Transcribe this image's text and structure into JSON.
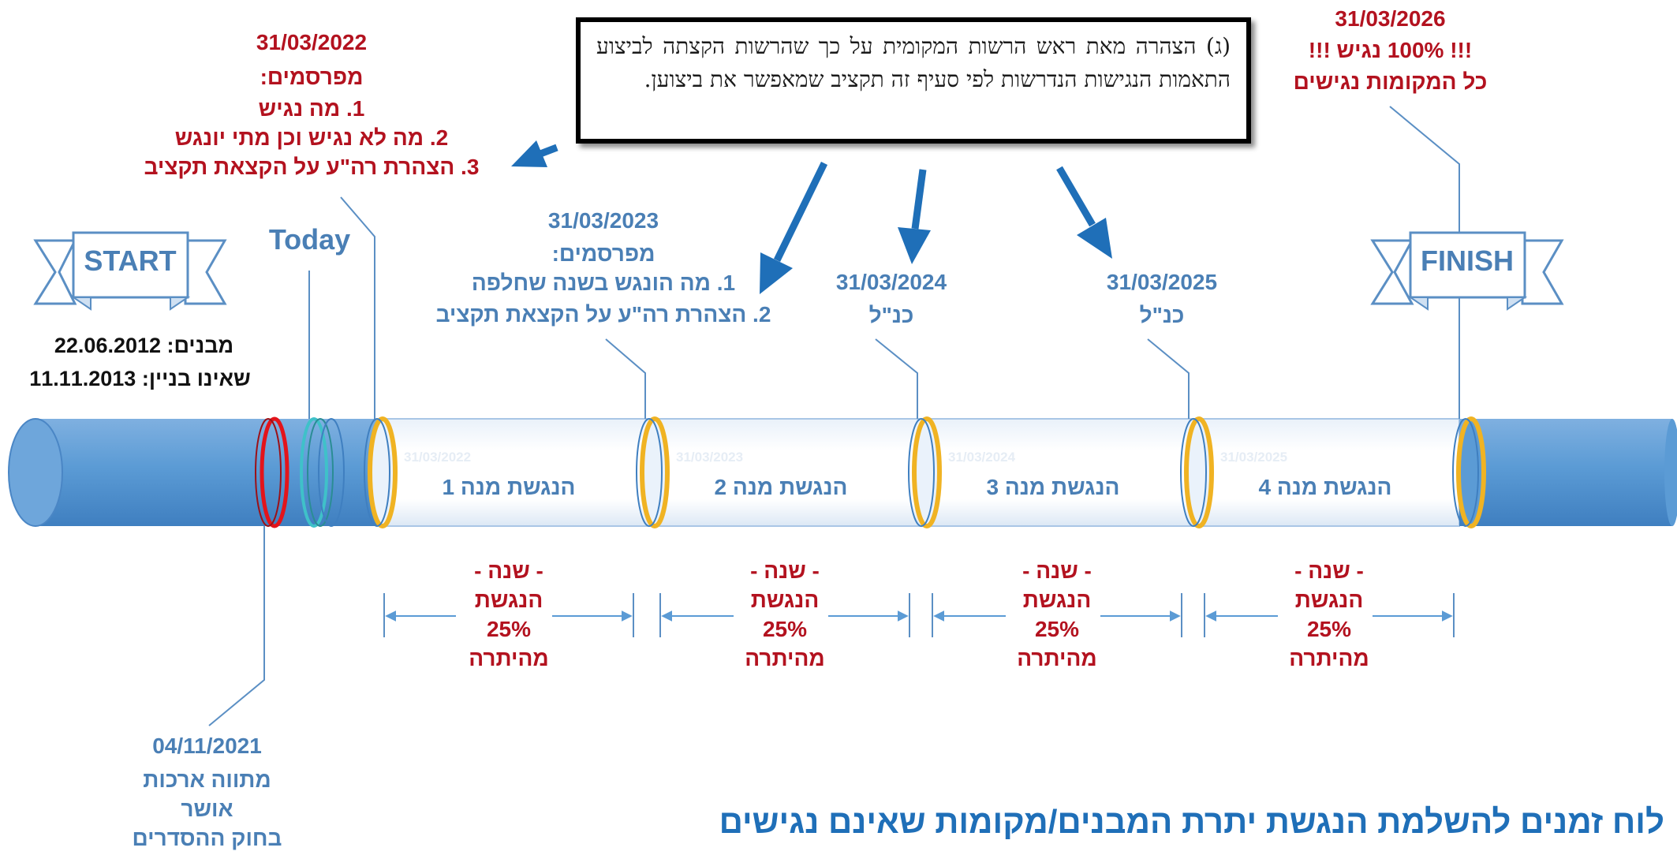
{
  "title": "לוח זמנים להשלמת הנגשת יתרת המבנים/מקומות שאינם נגישים",
  "colors": {
    "milestone_red": "#b3121f",
    "milestone_blue": "#4a7fb5",
    "arrow_blue": "#1f6fb8",
    "tube_blue": "#5b9bd5",
    "ring_gold": "#f0b323",
    "ring_red": "#e3141b",
    "ring_teal": "#3fc1c9"
  },
  "start": {
    "banner": "START",
    "line1": "מבנים: 22.06.2012",
    "line2": "שאינו בניין: 11.11.2013"
  },
  "today": {
    "label": "Today"
  },
  "finish": {
    "banner": "FINISH"
  },
  "milestone_2022": {
    "date": "31/03/2022",
    "heading": "מפרסמים:",
    "items": [
      "1. מה נגיש",
      "2. מה לא נגיש וכן מתי יונגש",
      "3. הצהרת רה\"ע על הקצאת תקציב"
    ]
  },
  "milestone_2023": {
    "date": "31/03/2023",
    "heading": "מפרסמים:",
    "items": [
      "1. מה הונגש בשנה שחלפה",
      "2. הצהרת רה\"ע על הקצאת תקציב"
    ]
  },
  "milestone_2024": {
    "date": "31/03/2024",
    "note": "כנ\"ל"
  },
  "milestone_2025": {
    "date": "31/03/2025",
    "note": "כנ\"ל"
  },
  "milestone_2026": {
    "date": "31/03/2026",
    "line1": "!!! 100% נגיש !!!",
    "line2": "כל המקומות נגישים"
  },
  "milestone_2021": {
    "date": "04/11/2021",
    "lines": [
      "מתווה ארכות",
      "אושר",
      "בחוק ההסדרים"
    ]
  },
  "quote": {
    "text": "(ג)    הצהרה מאת ראש הרשות המקומית על כך שהרשות הקצתה לביצוע התאמות הנגישות הנדרשות לפי סעיף זה תקציב שמאפשר את ביצוען."
  },
  "segments": [
    {
      "label": "הנגשת מנה 1",
      "faint": "31/03/2022"
    },
    {
      "label": "הנגשת מנה 2",
      "faint": "31/03/2023"
    },
    {
      "label": "הנגשת מנה 3",
      "faint": "31/03/2024"
    },
    {
      "label": "הנגשת מנה 4",
      "faint": "31/03/2025"
    }
  ],
  "durations": [
    {
      "lines": [
        "- שנה -",
        "הנגשת",
        "25%",
        "מהיתרה"
      ]
    },
    {
      "lines": [
        "- שנה -",
        "הנגשת",
        "25%",
        "מהיתרה"
      ]
    },
    {
      "lines": [
        "- שנה -",
        "הנגשת",
        "25%",
        "מהיתרה"
      ]
    },
    {
      "lines": [
        "- שנה -",
        "הנגשת",
        "25%",
        "מהיתרה"
      ]
    }
  ]
}
